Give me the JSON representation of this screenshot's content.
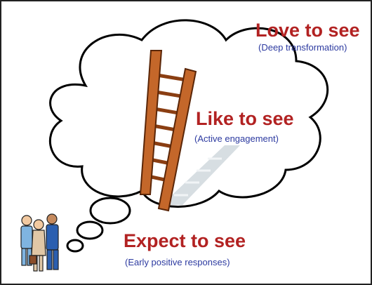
{
  "levels": {
    "love": {
      "title": "Love to see",
      "subtitle": "(Deep transformation)"
    },
    "like": {
      "title": "Like to see",
      "subtitle": "(Active engagement)"
    },
    "expect": {
      "title": "Expect to see",
      "subtitle": "(Early positive responses)"
    }
  },
  "colors": {
    "title": "#b22222",
    "subtitle": "#2c3aa0",
    "ladder": "#c4672a",
    "cloud_outline": "#000000"
  },
  "icons": {
    "ladder": "ladder-icon",
    "people": "people-group-icon",
    "cloud": "thought-cloud-icon"
  }
}
